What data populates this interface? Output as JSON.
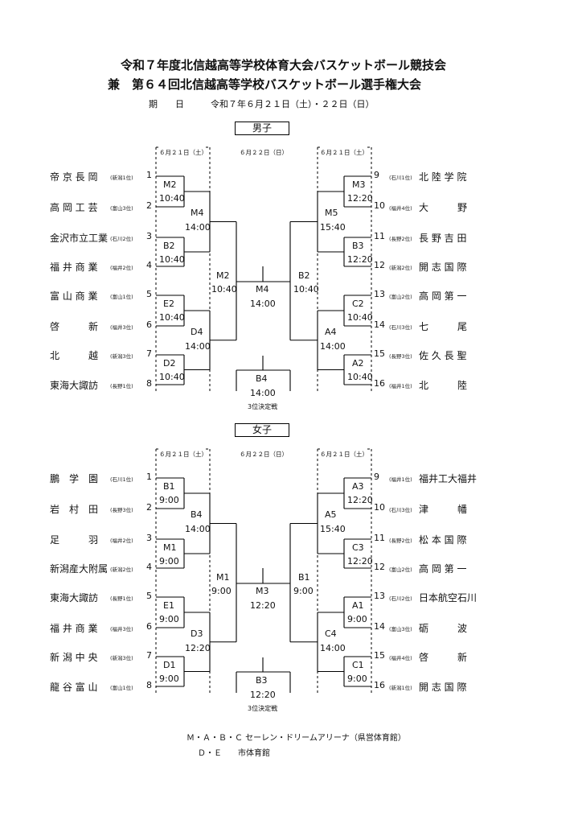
{
  "header": {
    "title1": "令和７年度北信越高等学校体育大会バスケットボール競技会",
    "title2": "兼　第６４回北信越高等学校バスケットボール選手権大会",
    "date_label": "期　　日",
    "date_value": "令和７年６月２１日（土）・２２日（日）"
  },
  "boys": {
    "label": "男子",
    "day1": "６月２１日（土）",
    "day2": "６月２２日（日）",
    "day1_right": "６月２１日（土）",
    "third_place": "3位決定戦",
    "left_teams": [
      {
        "num": "1",
        "name": "帝 京 長 岡",
        "pref": "(新潟1位)"
      },
      {
        "num": "2",
        "name": "高 岡 工 芸",
        "pref": "(富山3位)"
      },
      {
        "num": "3",
        "name": "金沢市立工業",
        "pref": "(石川2位)"
      },
      {
        "num": "4",
        "name": "福 井 商 業",
        "pref": "(福井2位)"
      },
      {
        "num": "5",
        "name": "富 山 商 業",
        "pref": "(富山1位)"
      },
      {
        "num": "6",
        "name": "啓　　　新",
        "pref": "(福井3位)"
      },
      {
        "num": "7",
        "name": "北　　　越",
        "pref": "(新潟3位)"
      },
      {
        "num": "8",
        "name": "東海大諏訪",
        "pref": "(長野1位)"
      }
    ],
    "right_teams": [
      {
        "num": "9",
        "name": "北 陸 学 院",
        "pref": "(石川1位)"
      },
      {
        "num": "10",
        "name": "大　　　野",
        "pref": "(福井4位)"
      },
      {
        "num": "11",
        "name": "長 野 吉 田",
        "pref": "(長野2位)"
      },
      {
        "num": "12",
        "name": "開 志 国 際",
        "pref": "(新潟2位)"
      },
      {
        "num": "13",
        "name": "高 岡 第 一",
        "pref": "(富山2位)"
      },
      {
        "num": "14",
        "name": "七　　　尾",
        "pref": "(石川3位)"
      },
      {
        "num": "15",
        "name": "佐 久 長 聖",
        "pref": "(長野3位)"
      },
      {
        "num": "16",
        "name": "北　　　陸",
        "pref": "(福井1位)"
      }
    ],
    "r1_left": [
      {
        "code": "M2",
        "time": "10:40"
      },
      {
        "code": "B2",
        "time": "10:40"
      },
      {
        "code": "E2",
        "time": "10:40"
      },
      {
        "code": "D2",
        "time": "10:40"
      }
    ],
    "r1_right": [
      {
        "code": "M3",
        "time": "12:20"
      },
      {
        "code": "B3",
        "time": "12:20"
      },
      {
        "code": "C2",
        "time": "10:40"
      },
      {
        "code": "A2",
        "time": "10:40"
      }
    ],
    "r2_left": [
      {
        "code": "M4",
        "time": "14:00"
      },
      {
        "code": "D4",
        "time": "14:00"
      }
    ],
    "r2_right": [
      {
        "code": "M5",
        "time": "15:40"
      },
      {
        "code": "A4",
        "time": "14:00"
      }
    ],
    "semi_left": {
      "code": "M2",
      "time": "10:40"
    },
    "semi_right": {
      "code": "B2",
      "time": "10:40"
    },
    "final": {
      "code": "M4",
      "time": "14:00"
    },
    "third": {
      "code": "B4",
      "time": "14:00"
    }
  },
  "girls": {
    "label": "女子",
    "day1": "６月２１日（土）",
    "day2": "６月２２日（日）",
    "day1_right": "６月２１日（土）",
    "third_place": "3位決定戦",
    "left_teams": [
      {
        "num": "1",
        "name": "鵬　学　園",
        "pref": "(石川1位)"
      },
      {
        "num": "2",
        "name": "岩　村　田",
        "pref": "(長野3位)"
      },
      {
        "num": "3",
        "name": "足　　　羽",
        "pref": "(福井2位)"
      },
      {
        "num": "4",
        "name": "新潟産大附属",
        "pref": "(新潟2位)"
      },
      {
        "num": "5",
        "name": "東海大諏訪",
        "pref": "(長野1位)"
      },
      {
        "num": "6",
        "name": "福 井 商 業",
        "pref": "(福井3位)"
      },
      {
        "num": "7",
        "name": "新 潟 中 央",
        "pref": "(新潟3位)"
      },
      {
        "num": "8",
        "name": "龍 谷 富 山",
        "pref": "(富山1位)"
      }
    ],
    "right_teams": [
      {
        "num": "9",
        "name": "福井工大福井",
        "pref": "(福井1位)"
      },
      {
        "num": "10",
        "name": "津　　　幡",
        "pref": "(石川3位)"
      },
      {
        "num": "11",
        "name": "松 本 国 際",
        "pref": "(長野2位)"
      },
      {
        "num": "12",
        "name": "高 岡 第 一",
        "pref": "(富山2位)"
      },
      {
        "num": "13",
        "name": "日本航空石川",
        "pref": "(石川2位)"
      },
      {
        "num": "14",
        "name": "砺　　　波",
        "pref": "(富山3位)"
      },
      {
        "num": "15",
        "name": "啓　　　新",
        "pref": "(福井4位)"
      },
      {
        "num": "16",
        "name": "開 志 国 際",
        "pref": "(新潟1位)"
      }
    ],
    "r1_left": [
      {
        "code": "B1",
        "time": "9:00"
      },
      {
        "code": "M1",
        "time": "9:00"
      },
      {
        "code": "E1",
        "time": "9:00"
      },
      {
        "code": "D1",
        "time": "9:00"
      }
    ],
    "r1_right": [
      {
        "code": "A3",
        "time": "12:20"
      },
      {
        "code": "C3",
        "time": "12:20"
      },
      {
        "code": "A1",
        "time": "9:00"
      },
      {
        "code": "C1",
        "time": "9:00"
      }
    ],
    "r2_left": [
      {
        "code": "B4",
        "time": "14:00"
      },
      {
        "code": "D3",
        "time": "12:20"
      }
    ],
    "r2_right": [
      {
        "code": "A5",
        "time": "15:40"
      },
      {
        "code": "C4",
        "time": "14:00"
      }
    ],
    "semi_left": {
      "code": "M1",
      "time": "9:00"
    },
    "semi_right": {
      "code": "B1",
      "time": "9:00"
    },
    "final": {
      "code": "M3",
      "time": "12:20"
    },
    "third": {
      "code": "B3",
      "time": "12:20"
    }
  },
  "venues": [
    "Ｍ・Ａ・Ｂ・Ｃ セーレン・ドリームアリーナ（県営体育館）",
    "Ｄ・Ｅ　　市体育館"
  ]
}
